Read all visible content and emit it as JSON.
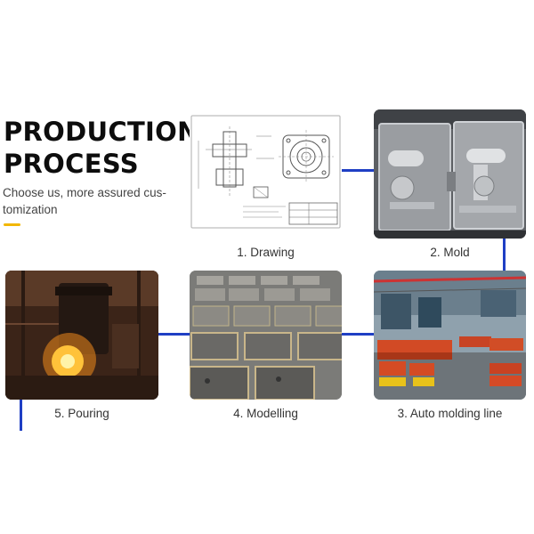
{
  "header": {
    "title": "PRODUCTION\nPROCESS",
    "subtitle": "Choose us, more assured cus-\ntomization"
  },
  "steps": [
    {
      "label": "1. Drawing",
      "image": "technical-drawing"
    },
    {
      "label": "2. Mold",
      "image": "metal-mold"
    },
    {
      "label": "3. Auto molding line",
      "image": "factory-line"
    },
    {
      "label": "4. Modelling",
      "image": "sand-molds"
    },
    {
      "label": "5. Pouring",
      "image": "molten-metal-pouring"
    }
  ],
  "colors": {
    "connector": "#1f3fc4",
    "accent": "#f2b705",
    "title": "#0d0d0d"
  }
}
